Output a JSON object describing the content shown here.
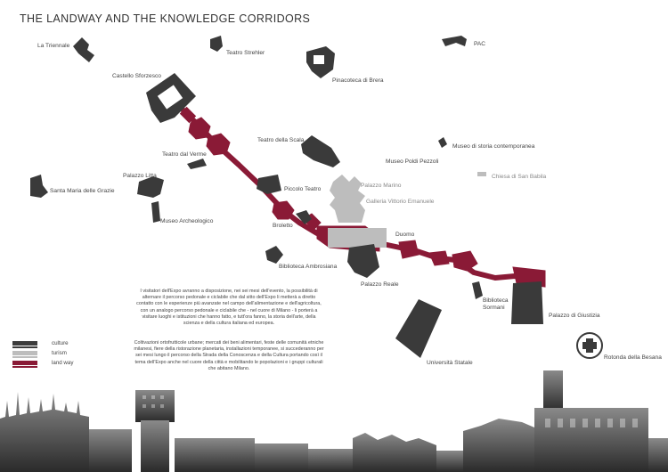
{
  "title": "THE LANDWAY AND THE KNOWLEDGE CORRIDORS",
  "colors": {
    "landway": "#8a1a36",
    "culture": "#3d3d3d",
    "tourism": "#bdbdbd",
    "building": "#3a3a3a"
  },
  "labels": {
    "triennale": "La Triennale",
    "strehler": "Teatro Strehler",
    "pac": "PAC",
    "castello": "Castello Sforzesco",
    "brera": "Pinacoteca di Brera",
    "scala": "Teatro della Scala",
    "verme": "Teatro dal Verme",
    "storia": "Museo di storia contemporanea",
    "poldi": "Museo Poldi Pezzoli",
    "babila": "Chiesa di San Babila",
    "litta": "Palazzo Litta",
    "grazie": "Santa Maria delle Grazie",
    "piccolo": "Piccolo Teatro",
    "marino": "Palazzo Marino",
    "galleria": "Galleria Vittorio Emanuele",
    "archeo": "Museo Archeologico",
    "broletto": "Broletto",
    "duomo": "Duomo",
    "ambrosiana": "Biblioteca Ambrosiana",
    "reale": "Palazzo Reale",
    "sormani": "Biblioteca Sormani",
    "giustizia": "Palazzo di Giustizia",
    "statale": "Università Statale",
    "besana": "Rotonda della Besana"
  },
  "paragraph1": "I visitatori dell'Expo avranno a disposizione, nei sei mesi dell'evento, la possibilità di alternare il percorso pedonale e ciclabile che dal sitto dell'Expo li metterà a diretto contatto con le esperienze più avanzate nel campo dell'alimentazione e dell'agricoltura, con un analogo percorso pedonale e ciclabile che - nel cuore di Milano - li porterà a visitare luoghi e istituzioni che hanno fatto, e tutt'ora fanno, la storia dell'arte, della scienza e della cultura italiana ed europea.",
  "paragraph2": "Coltivazioni ortofrutticole urbane; mercati dei beni alimentari, feste delle comunità etniche milanesi, fiere della ristorazione planetaria, installazioni temporanee, si succederanno per sei mesi lungo il percorso della Strada della Conoscenza e della Cultura portando così il tema dell'Expo anche nel cuore della città e mobilitando le popolazioni e i gruppi culturali che abitano Milano.",
  "legend": [
    {
      "label": "culture",
      "color": "#3d3d3d"
    },
    {
      "label": "turism",
      "color": "#bdbdbd"
    },
    {
      "label": "land way",
      "color": "#8a1a36"
    }
  ]
}
